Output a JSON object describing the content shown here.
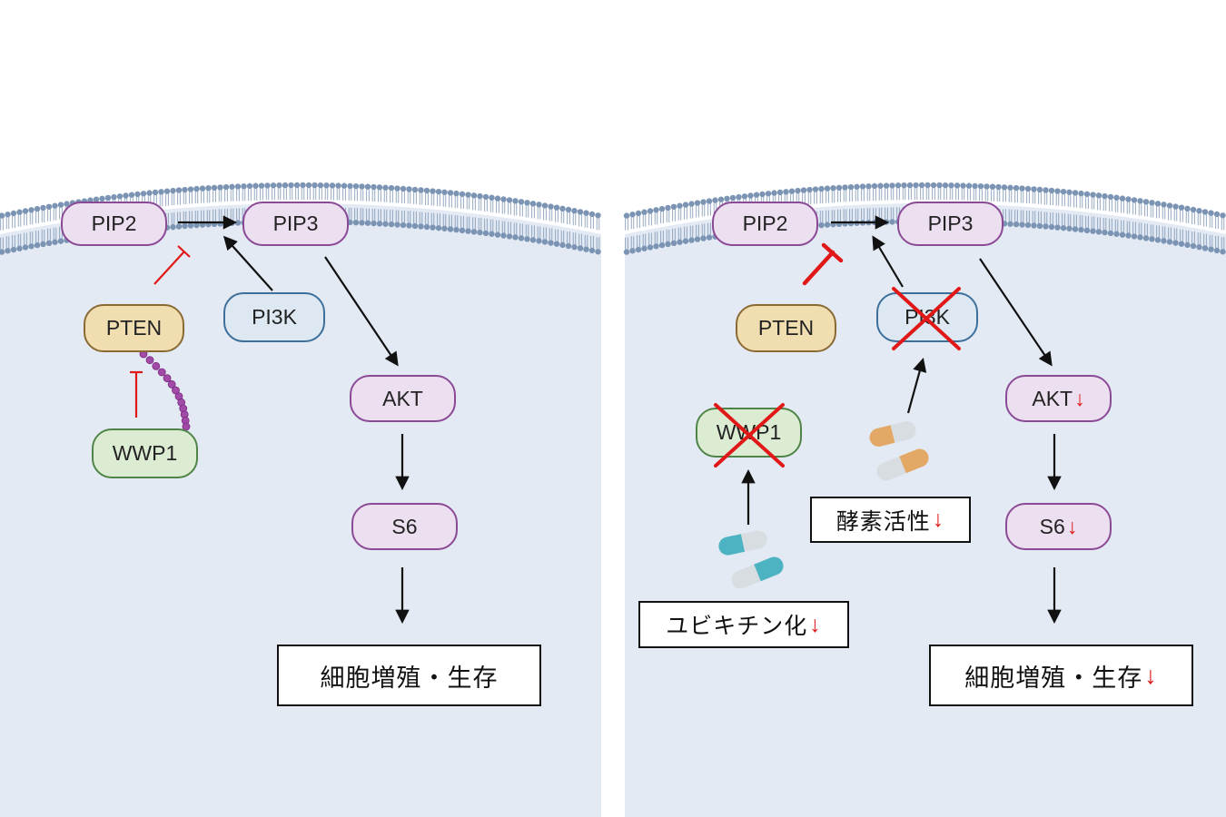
{
  "left_panel": {
    "pip2": "PIP2",
    "pip3": "PIP3",
    "pten": "PTEN",
    "pi3k": "PI3K",
    "wwp1": "WWP1",
    "akt": "AKT",
    "s6": "S6",
    "outcome": "細胞増殖・生存"
  },
  "right_panel": {
    "pip2": "PIP2",
    "pip3": "PIP3",
    "pten": "PTEN",
    "pi3k": "PI3K",
    "wwp1": "WWP1",
    "akt": "AKT",
    "s6": "S6",
    "outcome": "細胞増殖・生存",
    "ubiquitination_label": "ユビキチン化",
    "enzyme_activity_label": "酵素活性",
    "decrease_symbol": "↓"
  },
  "colors": {
    "cell_fill": "#e3eaf3",
    "membrane": "#7b94b4",
    "inhibit": "#e01818",
    "arrow": "#111111",
    "ubiquitin": "#a14aa8"
  }
}
